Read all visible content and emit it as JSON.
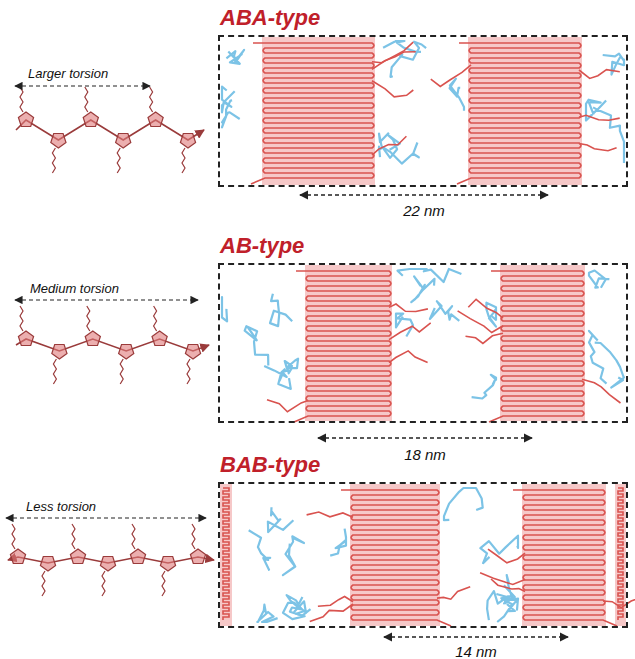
{
  "diagram": {
    "nodes": [
      {
        "text": [
          "ABA-type",
          "22 nm"
        ]
      },
      {
        "text": [
          "AB-type",
          "18 nm"
        ]
      },
      {
        "text": [
          "BAB-type",
          "14 nm"
        ]
      }
    ],
    "labels": [
      "Larger torsion",
      "Medium torsion",
      "Less torsion"
    ]
  }
}
